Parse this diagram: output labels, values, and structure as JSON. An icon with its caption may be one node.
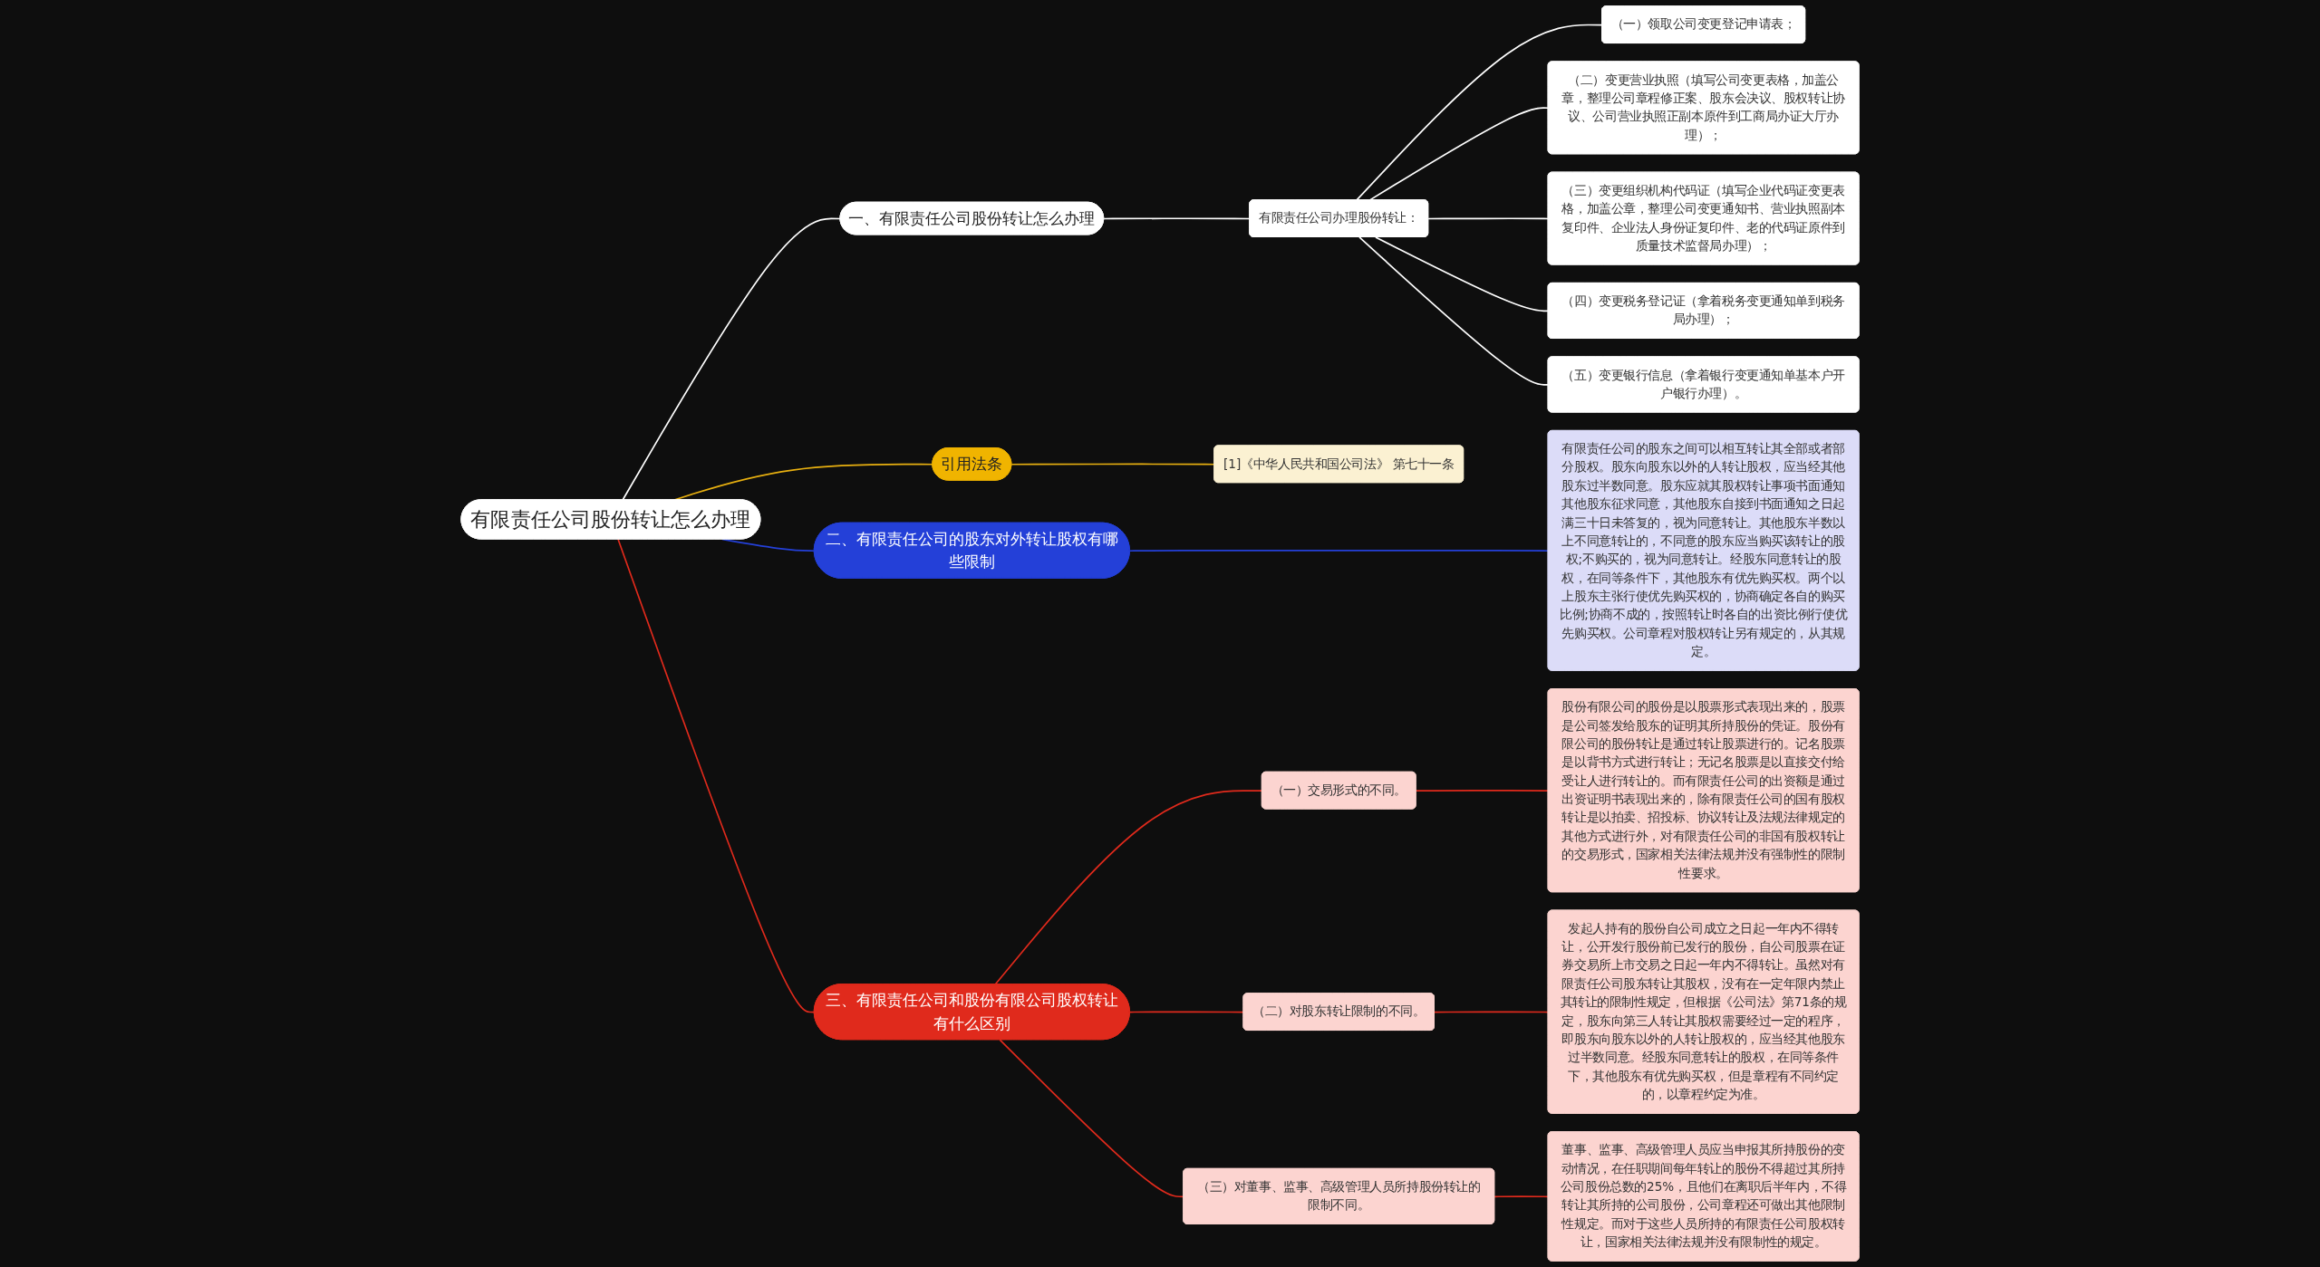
{
  "diagram": {
    "nodes": [
      {
        "text": [
          "有限责任公司股份转让怎么办理"
        ]
      },
      {
        "text": [
          "一、有限责任公司股份转让怎么办理"
        ]
      },
      {
        "text": [
          "有限责任公司办理股份转让："
        ]
      },
      {
        "text": [
          "（一）领取公司变更登记申请表；"
        ]
      },
      {
        "text": [
          "（二）变更营业执照（填写公司变更表格，加盖公章，整理公司章程修正案、股东会决议、股权转让协议、公司营业执照正副本原件到工商局办证大厅办理）；"
        ]
      },
      {
        "text": [
          "（三）变更组织机构代码证（填写企业代码证变更表格，加盖公章，整理公司变更通知书、营业执照副本复印件、企业法人身份证复印件、老的代码证原件到质量技术监督局办理）；"
        ]
      },
      {
        "text": [
          "（四）变更税务登记证（拿着税务变更通知单到税务局办理）；"
        ]
      },
      {
        "text": [
          "（五）变更银行信息（拿着银行变更通知单基本户开户银行办理）。"
        ]
      },
      {
        "text": [
          "二、有限责任公司的股东对外转让股权有哪些限制"
        ]
      },
      {
        "text": [
          "有限责任公司的股东之间可以相互转让其全部或者部分股权。股东向股东以外的人转让股权，应当经其他股东过半数同意。股东应就其股权转让事项书面通知其他股东征求同意，其他股东自接到书面通知之日起满三十日未答复的，视为同意转让。其他股东半数以上不同意转让的，不同意的股东应当购买该转让的股权;不购买的，视为同意转让。经股东同意转让的股权，在同等条件下，其他股东有优先购买权。两个以上股东主张行使优先购买权的，协商确定各自的购买比例;协商不成的，按照转让时各自的出资比例行使优先购买权。公司章程对股权转让另有规定的，从其规定。"
        ]
      },
      {
        "text": [
          "引用法条"
        ]
      },
      {
        "text": [
          "[1]《中华人民共和国公司法》 第七十一条"
        ]
      },
      {
        "text": [
          "三、有限责任公司和股份有限公司股权转让有什么区别"
        ]
      },
      {
        "text": [
          "（一）交易形式的不同。"
        ]
      },
      {
        "text": [
          "股份有限公司的股份是以股票形式表现出来的，股票是公司签发给股东的证明其所持股份的凭证。股份有限公司的股份转让是通过转让股票进行的。记名股票是以背书方式进行转让；无记名股票是以直接交付给受让人进行转让的。而有限责任公司的出资额是通过出资证明书表现出来的，除有限责任公司的国有股权转让是以拍卖、招投标、协议转让及法规法律规定的其他方式进行外，对有限责任公司的非国有股权转让的交易形式，国家相关法律法规并没有强制性的限制性要求。"
        ]
      },
      {
        "text": [
          "（二）对股东转让限制的不同。"
        ]
      },
      {
        "text": [
          "发起人持有的股份自公司成立之日起一年内不得转让，公开发行股份前已发行的股份，自公司股票在证券交易所上市交易之日起一年内不得转让。虽然对有限责任公司股东转让其股权，没有在一定年限内禁止其转让的限制性规定，但根据《公司法》第71条的规定，股东向第三人转让其股权需要经过一定的程序，即股东向股东以外的人转让股权的，应当经其他股东过半数同意。经股东同意转让的股权，在同等条件下，其他股东有优先购买权，但是章程有不同约定的，以章程约定为准。"
        ]
      },
      {
        "text": [
          "（三）对董事、监事、高级管理人员所持股份转让的限制不同。"
        ]
      },
      {
        "text": [
          "董事、监事、高级管理人员应当申报其所持股份的变动情况，在任职期间每年转让的股份不得超过其所持公司股份总数的25%，且他们在离职后半年内，不得转让其所持的公司股份，公司章程还可做出其他限制性规定。而对于这些人员所持的有限责任公司股权转让，国家相关法律法规并没有限制性的规定。"
        ]
      }
    ],
    "edges": [
      {
        "from": 0,
        "to": 1,
        "arrow": "none",
        "color": "#ffffff"
      },
      {
        "from": 1,
        "to": 2,
        "arrow": "none",
        "color": "#ffffff"
      },
      {
        "from": 2,
        "to": 3,
        "arrow": "none",
        "color": "#ffffff"
      },
      {
        "from": 2,
        "to": 4,
        "arrow": "none",
        "color": "#ffffff"
      },
      {
        "from": 2,
        "to": 5,
        "arrow": "none",
        "color": "#ffffff"
      },
      {
        "from": 2,
        "to": 6,
        "arrow": "none",
        "color": "#ffffff"
      },
      {
        "from": 2,
        "to": 7,
        "arrow": "none",
        "color": "#ffffff"
      },
      {
        "from": 0,
        "to": 8,
        "arrow": "none",
        "color": "#2440d8"
      },
      {
        "from": 8,
        "to": 9,
        "arrow": "none",
        "color": "#2440d8"
      },
      {
        "from": 0,
        "to": 10,
        "arrow": "none",
        "color": "#e8b010"
      },
      {
        "from": 10,
        "to": 11,
        "arrow": "none",
        "color": "#e8b010"
      },
      {
        "from": 0,
        "to": 12,
        "arrow": "none",
        "color": "#e02a1c"
      },
      {
        "from": 12,
        "to": 13,
        "arrow": "none",
        "color": "#e02a1c"
      },
      {
        "from": 13,
        "to": 14,
        "arrow": "none",
        "color": "#e02a1c"
      },
      {
        "from": 12,
        "to": 15,
        "arrow": "none",
        "color": "#e02a1c"
      },
      {
        "from": 15,
        "to": 16,
        "arrow": "none",
        "color": "#e02a1c"
      },
      {
        "from": 12,
        "to": 17,
        "arrow": "none",
        "color": "#e02a1c"
      },
      {
        "from": 17,
        "to": 18,
        "arrow": "none",
        "color": "#e02a1c"
      }
    ]
  }
}
